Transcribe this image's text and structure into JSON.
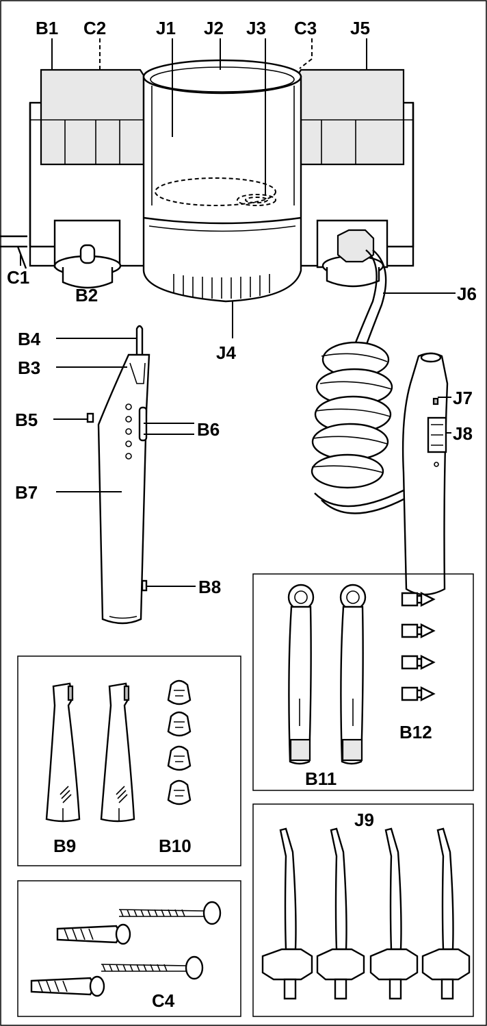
{
  "labels": {
    "b1": "B1",
    "c2": "C2",
    "j1": "J1",
    "j2": "J2",
    "j3": "J3",
    "c3": "C3",
    "j5": "J5",
    "c1": "C1",
    "b2": "B2",
    "j4": "J4",
    "j6": "J6",
    "b4": "B4",
    "b3": "B3",
    "b5": "B5",
    "b6": "B6",
    "b7": "B7",
    "b8": "B8",
    "j7": "J7",
    "j8": "J8",
    "b9": "B9",
    "b10": "B10",
    "b11": "B11",
    "b12": "B12",
    "c4": "C4",
    "j9": "J9"
  }
}
